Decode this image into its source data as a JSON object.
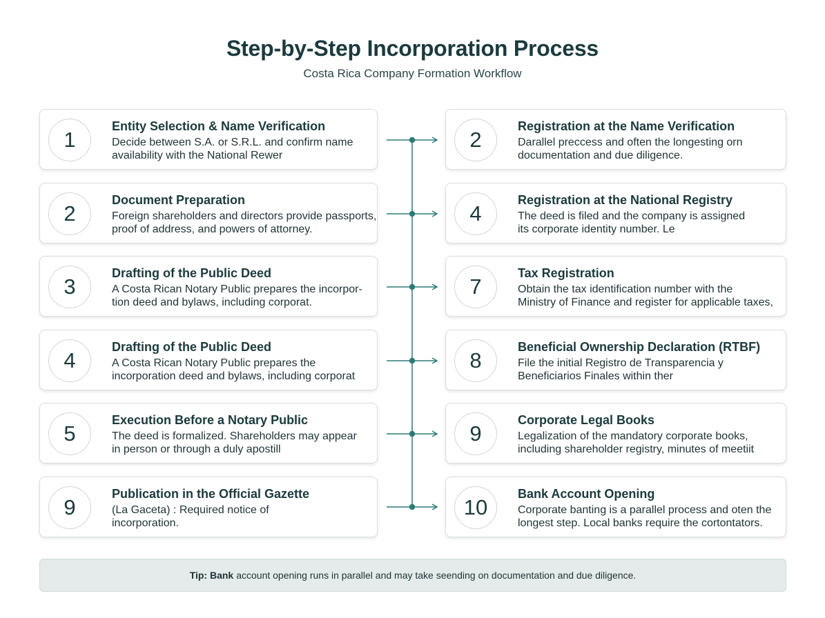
{
  "header": {
    "title": "Step-by-Step Incorporation Process",
    "subtitle": "Costa Rica Company Formation Workflow"
  },
  "steps_left": [
    {
      "number": "1",
      "title": "Entity Selection & Name Verification",
      "desc_lines": [
        "Decide between S.A. or S.R.L. and confirm name",
        "availability with the National Rewer"
      ]
    },
    {
      "number": "2",
      "title": "Document Preparation",
      "desc_lines": [
        "Foreign shareholders and directors provide passports,",
        "proof of address, and powers of attorney."
      ]
    },
    {
      "number": "3",
      "title": "Drafting of the Public Deed",
      "desc_lines": [
        "A Costa Rican Notary Public prepares the incorpor-",
        "tion deed and bylaws, including corporat."
      ]
    },
    {
      "number": "4",
      "title": "Drafting of the Public Deed",
      "desc_lines": [
        "A Costa Rican Notary Public prepares the",
        "incorporation deed and bylaws, including corporat"
      ]
    },
    {
      "number": "5",
      "title": "Execution Before a Notary Public",
      "desc_lines": [
        "The deed is formalized. Shareholders may appear",
        "in person or through a duly apostill"
      ]
    },
    {
      "number": "9",
      "title": "Publication in the Official Gazette",
      "desc_lines": [
        "(La Gaceta) :  Required notice of",
        " incorporation."
      ]
    }
  ],
  "steps_right": [
    {
      "number": "2",
      "title": "Registration at the Name Verification",
      "desc_lines": [
        "Darallel preccess and often the longesting orn",
        "documentation and due diligence."
      ]
    },
    {
      "number": "4",
      "title": "Registration at the National Registry",
      "desc_lines": [
        "The deed is filed and the company is assigned",
        "its corporate identity number. Le"
      ]
    },
    {
      "number": "7",
      "title": "Tax Registration",
      "desc_lines": [
        "Obtain the tax identification number with the",
        "Ministry of Finance and register for applicable taxes,"
      ]
    },
    {
      "number": "8",
      "title": "Beneficial Ownership Declaration (RTBF)",
      "desc_lines": [
        "File the initial Registro de Transparencia y",
        "Beneficiarios Finales within ther"
      ]
    },
    {
      "number": "9",
      "title": "Corporate Legal Books",
      "desc_lines": [
        "Legalization of the mandatory corporate books,",
        "including shareholder registry, minutes of meetiit"
      ]
    },
    {
      "number": "10",
      "title": "Bank Account Opening",
      "desc_lines": [
        "Corporate banting is a parallel process and oten the",
        "longest step. Local banks require the cortontators."
      ]
    }
  ],
  "tip": {
    "label": "Tip: Bank",
    "text": "account opening runs in parallel and may take seending on documentation and due diligence."
  },
  "colors": {
    "connector": "#2c7a76",
    "title_text": "#1b3a3d",
    "tip_background": "#e4ebea"
  }
}
